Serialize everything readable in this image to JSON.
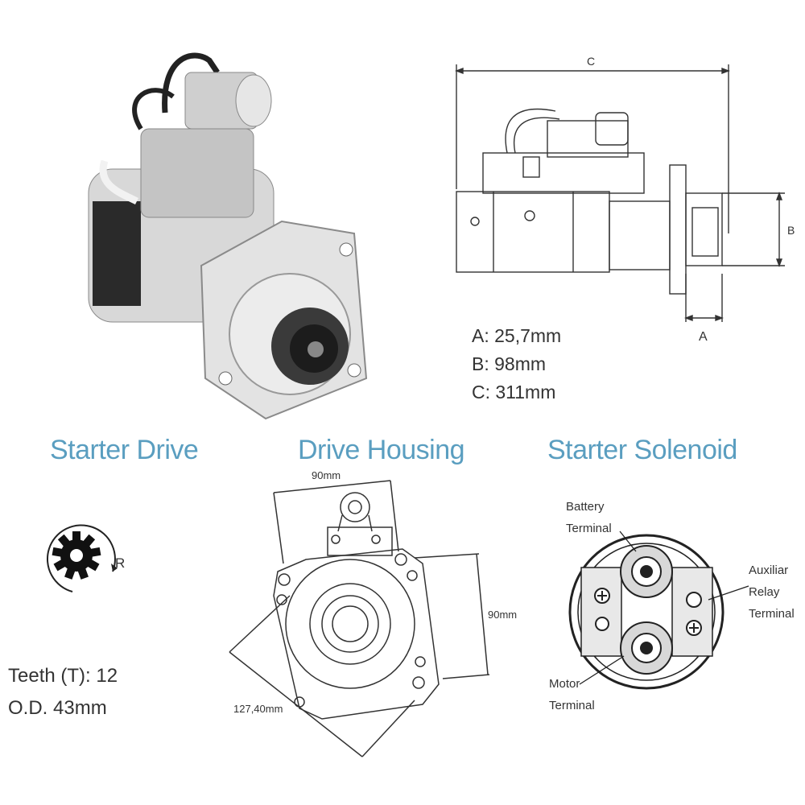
{
  "dimensions": {
    "a": "A: 25,7mm",
    "b": "B: 98mm",
    "c": "C: 311mm",
    "label_a": "A",
    "label_b": "B",
    "label_c": "C"
  },
  "sections": {
    "starter_drive": "Starter Drive",
    "drive_housing": "Drive Housing",
    "starter_solenoid": "Starter Solenoid"
  },
  "starter_drive": {
    "rotation_label": "R",
    "teeth": "Teeth (T):  12",
    "od": "O.D. 43mm"
  },
  "drive_housing": {
    "top_width": "90mm",
    "side_height": "90mm",
    "diagonal": "127,40mm"
  },
  "solenoid": {
    "battery_line1": "Battery",
    "battery_line2": "Terminal",
    "aux_line1": "Auxiliar",
    "aux_line2": "Relay",
    "aux_line3": "Terminal",
    "motor_line1": "Motor",
    "motor_line2": "Terminal"
  }
}
